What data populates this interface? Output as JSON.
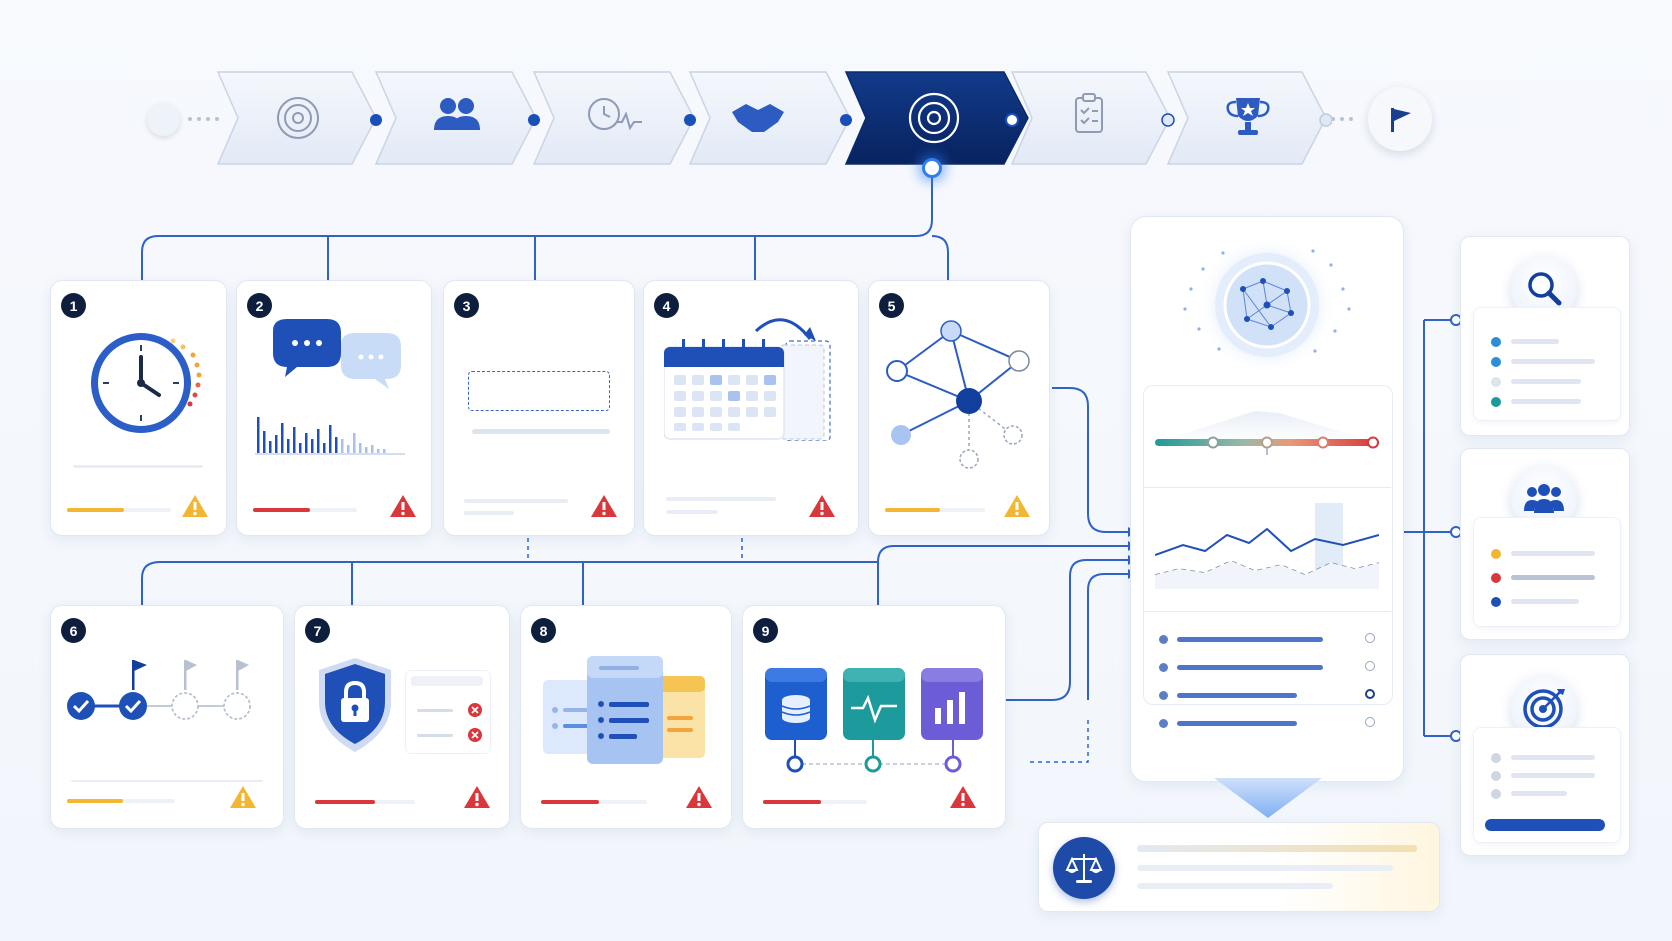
{
  "steps": [
    {
      "num": "1"
    },
    {
      "num": "2"
    },
    {
      "num": "3"
    },
    {
      "num": "4"
    },
    {
      "num": "5"
    },
    {
      "num": "6"
    },
    {
      "num": "7"
    },
    {
      "num": "8"
    },
    {
      "num": "9"
    }
  ],
  "colors": {
    "primary": "#1b4fb8",
    "navy": "#0c2a6a",
    "warning": "#f2b632",
    "danger": "#d9373b",
    "teal": "#1d9a9c",
    "purple": "#6c5cd6"
  },
  "pipeline_icons": [
    "target-icon",
    "users-icon",
    "clock-pulse-icon",
    "handshake-icon",
    "target-icon",
    "clipboard-icon",
    "trophy-icon"
  ],
  "side_icons": [
    "search-icon",
    "users-icon",
    "target-icon"
  ]
}
